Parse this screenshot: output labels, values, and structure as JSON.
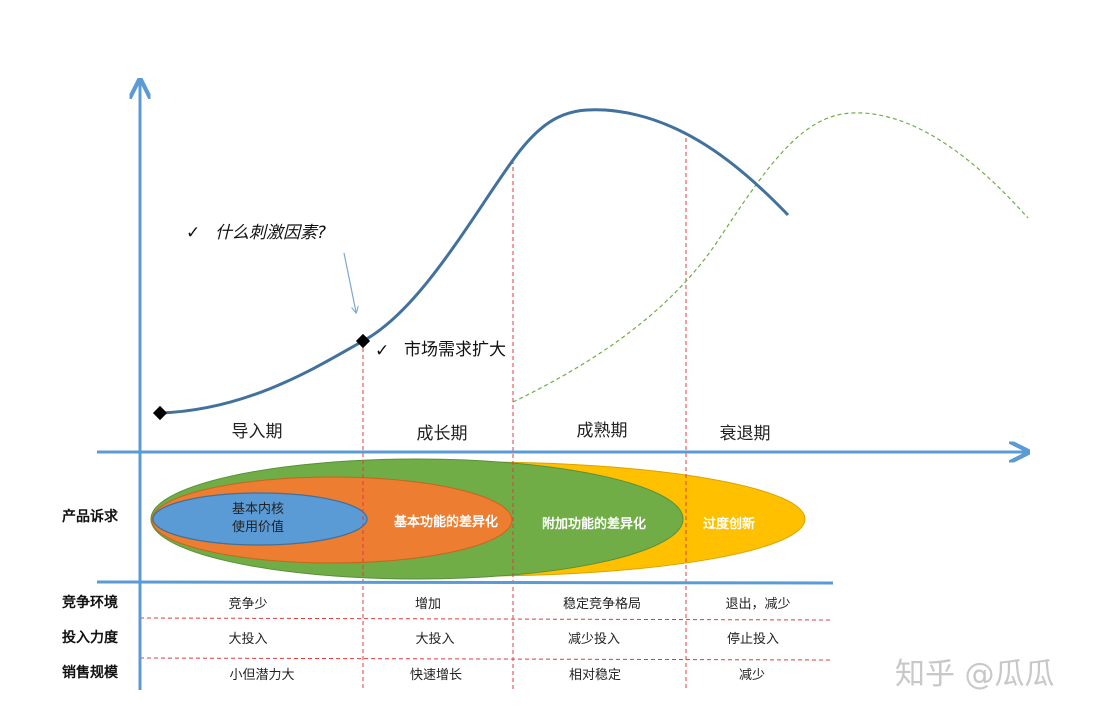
{
  "stages": [
    "导入期",
    "成长期",
    "成熟期",
    "衰退期"
  ],
  "annotations": {
    "question": "什么刺激因素?",
    "market": "市场需求扩大",
    "check_mark": "✓"
  },
  "product_appeal": {
    "label": "产品诉求",
    "core_line1": "基本内核",
    "core_line2": "使用价值",
    "basic_diff": "基本功能的差异化",
    "extra_diff": "附加功能的差异化",
    "over_innovation": "过度创新"
  },
  "table": {
    "rows": [
      {
        "label": "竞争环境",
        "cells": [
          "竞争少",
          "增加",
          "稳定竞争格局",
          "退出，减少"
        ]
      },
      {
        "label": "投入力度",
        "cells": [
          "大投入",
          "大投入",
          "减少投入",
          "停止投入"
        ]
      },
      {
        "label": "销售规模",
        "cells": [
          "小但潜力大",
          "快速增长",
          "相对稳定",
          "减少"
        ]
      }
    ]
  },
  "colors": {
    "axis": "#5b9bd5",
    "curve": "#41719c",
    "next_curve": "#70ad47",
    "divider": "#e03c3c",
    "blue": "#5b9bd5",
    "orange": "#ed7d31",
    "green": "#70ad47",
    "yellow": "#ffc000"
  },
  "watermark": "知乎 @瓜瓜"
}
